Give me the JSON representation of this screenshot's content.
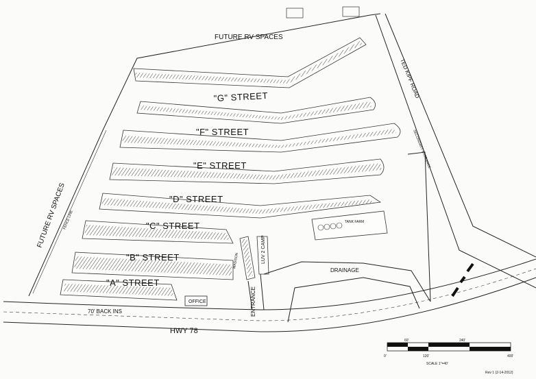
{
  "labels": {
    "future_rv_top": "FUTURE RV SPACES",
    "future_rv_left": "FUTURE RV SPACES",
    "fence_line": "FENCE LINE",
    "g_street": "\"G\" STREET",
    "f_street": "\"F\" STREET",
    "e_street": "\"E\" STREET",
    "d_street": "\"D\" STREET",
    "c_street": "\"C\" STREET",
    "b_street": "\"B\" STREET",
    "a_street": "\"A\" STREET",
    "office": "OFFICE",
    "back_ins": "70' BACK INS",
    "hwy": "HWY 78",
    "entrance": "ENTRANCE",
    "madison": "MADISON",
    "luv2camp": "LUV 2 CAMP",
    "drainage": "DRAINAGE",
    "tank_farm": "TANK FARM",
    "ted_kipf": "TED KIPF ROAD",
    "secondary_entrance": "SECONDARY ENTRANCE"
  },
  "scale": {
    "ticks_top": [
      "60'",
      "240'"
    ],
    "ticks_bottom": [
      "0'",
      "120'",
      "400'"
    ],
    "caption": "SCALE 1\"=40'"
  },
  "revision": "Rev 1 (2-14-2012)"
}
